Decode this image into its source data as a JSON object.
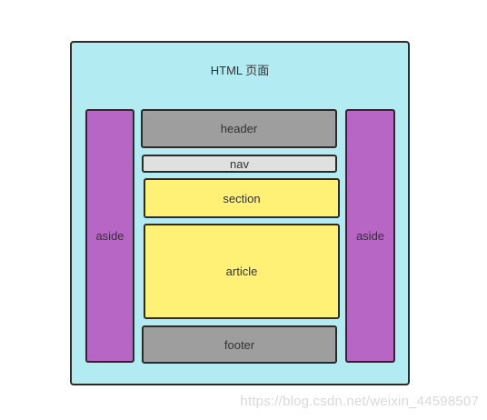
{
  "diagram": {
    "title": "HTML 页面",
    "header": "header",
    "nav": "nav",
    "section": "section",
    "article": "article",
    "footer": "footer",
    "aside_left": "aside",
    "aside_right": "aside"
  },
  "colors": {
    "page_background": "#b3ebf2",
    "aside": "#b866c6",
    "header_footer": "#9e9e9e",
    "nav": "#e0e0e0",
    "section_article": "#fff176"
  },
  "watermark": "https://blog.csdn.net/weixin_44598507"
}
